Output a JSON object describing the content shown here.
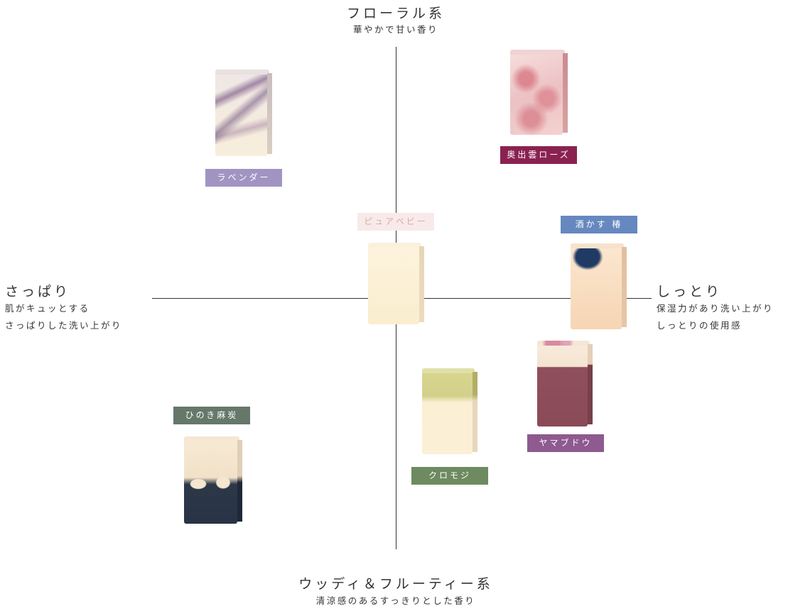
{
  "axes": {
    "top": {
      "title": "フローラル系",
      "sub": "華やかで甘い香り"
    },
    "bottom": {
      "title": "ウッディ＆フルーティー系",
      "sub": "清涼感のあるすっきりとした香り"
    },
    "left": {
      "title": "さっぱり",
      "sub1": "肌がキュッとする",
      "sub2": "さっぱりした洗い上がり"
    },
    "right": {
      "title": "しっとり",
      "sub1": "保湿力があり洗い上がり",
      "sub2": "しっとりの使用感"
    }
  },
  "products": {
    "lavender": {
      "name": "ラベンダー",
      "color": "#a194c2"
    },
    "okuizumo_rose": {
      "name": "奥出雲ローズ",
      "color": "#8a2250"
    },
    "pure_baby": {
      "name": "ピュアベビー",
      "color": "#f9eaea"
    },
    "sakekasu_tsubaki": {
      "name": "酒かす 椿",
      "color": "#6688bf"
    },
    "yamabudou": {
      "name": "ヤマブドウ",
      "color": "#8e5a8f"
    },
    "kuromoji": {
      "name": "クロモジ",
      "color": "#6e8a60"
    },
    "hinoki_asatan": {
      "name": "ひのき麻炭",
      "color": "#65786a"
    }
  }
}
